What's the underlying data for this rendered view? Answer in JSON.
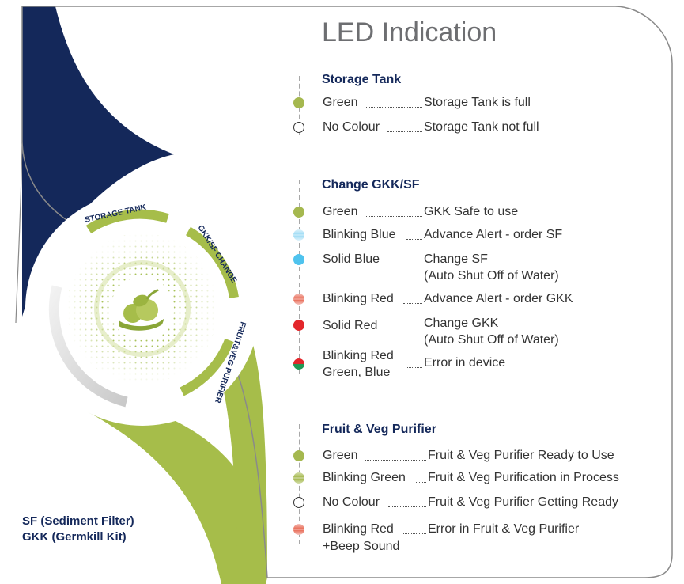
{
  "title": "LED Indication",
  "sections": [
    {
      "heading": "Storage Tank",
      "rows": [
        {
          "label": "Green",
          "desc": "Storage Tank is full"
        },
        {
          "label": "No Colour",
          "desc": "Storage Tank not full"
        }
      ]
    },
    {
      "heading": "Change GKK/SF",
      "rows": [
        {
          "label": "Green",
          "desc": "GKK Safe to use"
        },
        {
          "label": "Blinking Blue",
          "desc": "Advance Alert - order SF"
        },
        {
          "label": "Solid Blue",
          "desc": "Change SF",
          "desc2": "(Auto Shut Off of Water)"
        },
        {
          "label": "Blinking Red",
          "desc": "Advance Alert - order GKK"
        },
        {
          "label": "Solid Red",
          "desc": "Change GKK",
          "desc2": "(Auto Shut Off of Water)"
        },
        {
          "label": "Blinking Red",
          "label2": "Green, Blue",
          "desc": "Error in device"
        }
      ]
    },
    {
      "heading": "Fruit & Veg Purifier",
      "rows": [
        {
          "label": "Green",
          "desc": "Fruit & Veg Purifier Ready to Use"
        },
        {
          "label": "Blinking Green",
          "desc": "Fruit & Veg Purification in Process"
        },
        {
          "label": "No Colour",
          "desc": "Fruit & Veg Purifier Getting Ready"
        },
        {
          "label": "Blinking Red",
          "label2": "+Beep Sound",
          "desc": "Error in Fruit & Veg Purifier"
        }
      ]
    }
  ],
  "ring_labels": {
    "storage": "STORAGE TANK",
    "gkk": "GKK/SF CHANGE",
    "fruit": "FRUIT&VEG PURIFIER"
  },
  "legend": {
    "sf": "SF (Sediment Filter)",
    "gkk": "GKK (Germkill Kit)"
  },
  "colors": {
    "navy": "#14285a",
    "olive": "#a6bd4a",
    "green_led": "#a5b84f",
    "blue_led": "#4fc3ee",
    "red_led": "#e3262b"
  }
}
